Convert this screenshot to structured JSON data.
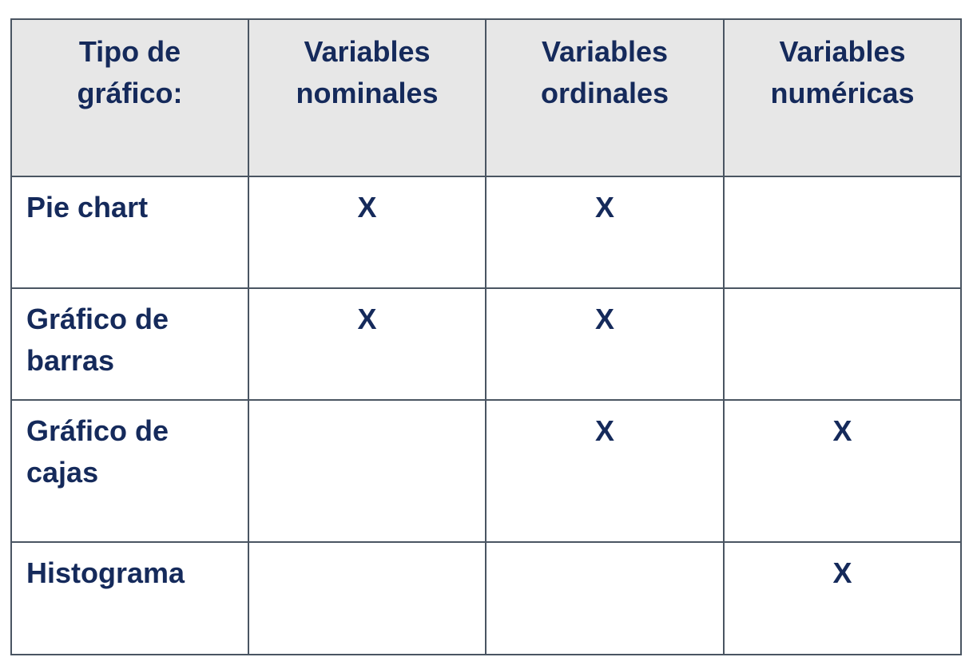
{
  "table": {
    "headers": [
      "Tipo de\ngráfico:",
      "Variables\nnominales",
      "Variables\nordinales",
      "Variables\nnuméricas"
    ],
    "rows": [
      {
        "label": "Pie chart",
        "marks": [
          "X",
          "X",
          ""
        ]
      },
      {
        "label": "Gráfico de\nbarras",
        "marks": [
          "X",
          "X",
          ""
        ]
      },
      {
        "label": "Gráfico de\ncajas",
        "marks": [
          "",
          "X",
          "X"
        ]
      },
      {
        "label": "Histograma",
        "marks": [
          "",
          "",
          "X"
        ]
      }
    ]
  },
  "colors": {
    "text": "#152a5b",
    "header_background": "#e7e7e7",
    "border": "#4a5562"
  }
}
